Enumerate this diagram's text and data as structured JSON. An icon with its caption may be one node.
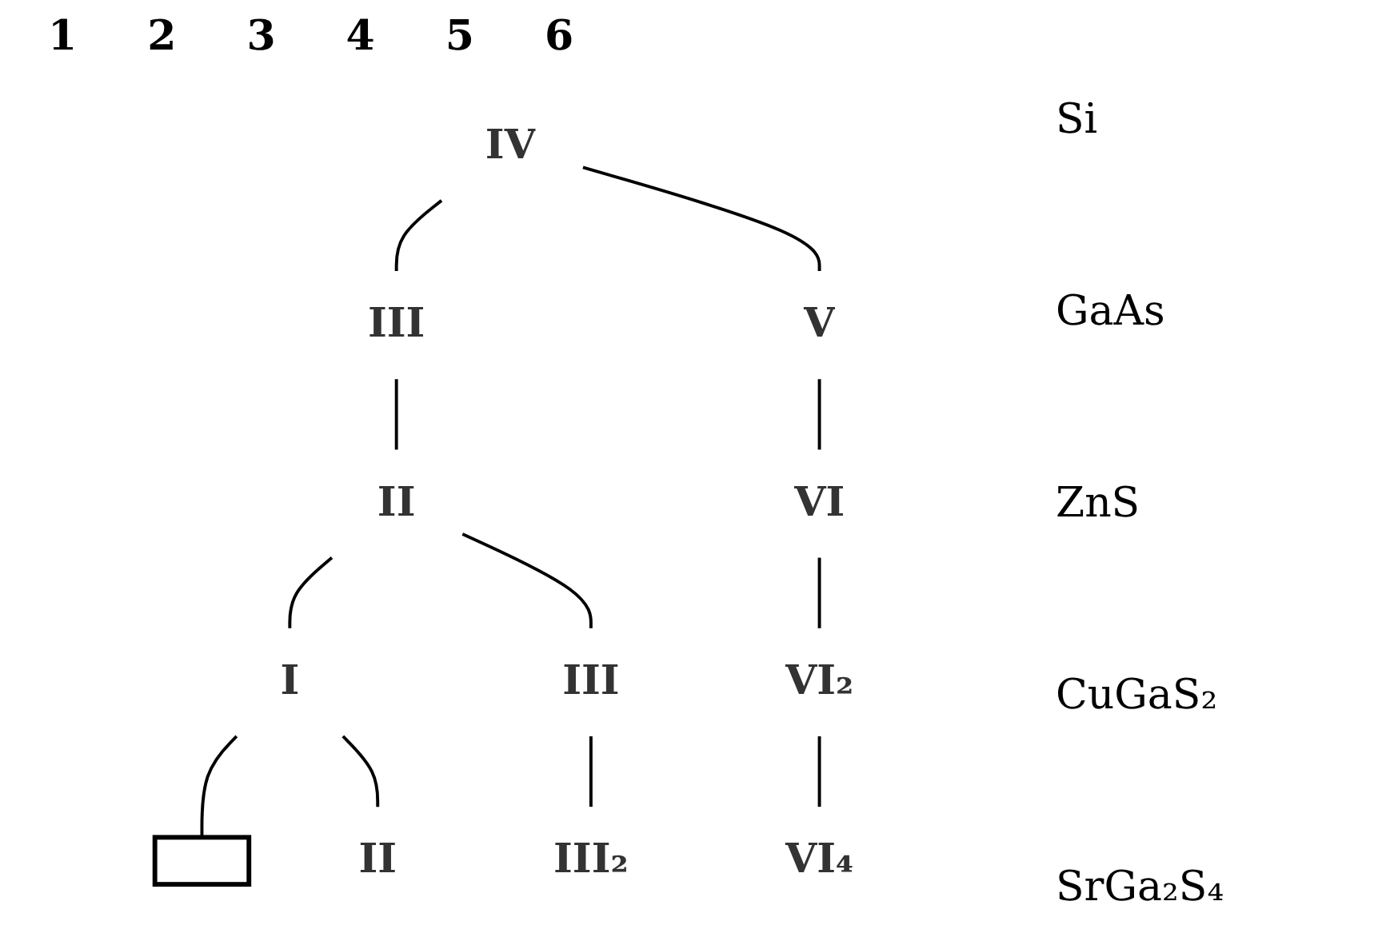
{
  "diagram": {
    "nodes": [
      {
        "text": [
          "IV"
        ]
      },
      {
        "text": [
          "III"
        ]
      },
      {
        "text": [
          "V"
        ]
      },
      {
        "text": [
          "II"
        ]
      },
      {
        "text": [
          "VI"
        ]
      },
      {
        "text": [
          "I"
        ]
      },
      {
        "text": [
          "III"
        ]
      },
      {
        "text": [
          "VI₂"
        ]
      },
      {
        "text": [],
        "shape": "box"
      },
      {
        "text": [
          "II"
        ]
      },
      {
        "text": [
          "III₂"
        ]
      },
      {
        "text": [
          "VI₄"
        ]
      }
    ],
    "edges": [
      {
        "from": 0,
        "to": 1,
        "arrow": "none"
      },
      {
        "from": 0,
        "to": 2,
        "arrow": "none"
      },
      {
        "from": 1,
        "to": 3,
        "arrow": "none"
      },
      {
        "from": 2,
        "to": 4,
        "arrow": "none"
      },
      {
        "from": 3,
        "to": 5,
        "arrow": "none"
      },
      {
        "from": 3,
        "to": 6,
        "arrow": "none"
      },
      {
        "from": 4,
        "to": 7,
        "arrow": "none"
      },
      {
        "from": 5,
        "to": 8,
        "arrow": "none"
      },
      {
        "from": 5,
        "to": 9,
        "arrow": "none"
      },
      {
        "from": 6,
        "to": 10,
        "arrow": "none"
      },
      {
        "from": 7,
        "to": 11,
        "arrow": "none"
      }
    ],
    "labels": [
      "1",
      "2",
      "3",
      "4",
      "5",
      "6",
      "Si",
      "GaAs",
      "ZnS",
      "CuGaS₂",
      "SrGa₂S₄"
    ]
  }
}
